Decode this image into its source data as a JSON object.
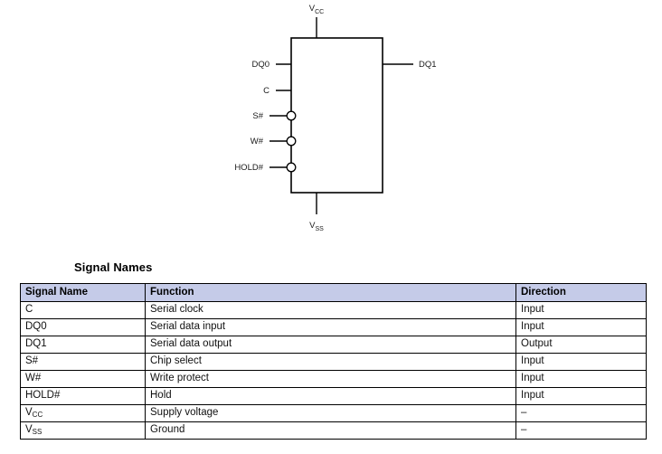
{
  "diagram": {
    "name": "serial-flash-logic-diagram",
    "component_box": {
      "label": ""
    },
    "power_pins": [
      {
        "id": "vcc",
        "base": "V",
        "subscript": "CC",
        "position": "top"
      },
      {
        "id": "vss",
        "base": "V",
        "subscript": "SS",
        "position": "bottom"
      }
    ],
    "left_pins": [
      {
        "id": "dq0",
        "label": "DQ0",
        "active_low": false
      },
      {
        "id": "c",
        "label": "C",
        "active_low": false
      },
      {
        "id": "s",
        "label": "S#",
        "active_low": true
      },
      {
        "id": "w",
        "label": "W#",
        "active_low": true
      },
      {
        "id": "hold",
        "label": "HOLD#",
        "active_low": true
      }
    ],
    "right_pins": [
      {
        "id": "dq1",
        "label": "DQ1",
        "active_low": false
      }
    ]
  },
  "heading": {
    "signal_names": "Signal Names"
  },
  "table": {
    "columns": [
      "Signal Name",
      "Function",
      "Direction"
    ],
    "rows": [
      {
        "signal": "C",
        "signal_sub": "",
        "function": "Serial clock",
        "direction": "Input"
      },
      {
        "signal": "DQ0",
        "signal_sub": "",
        "function": "Serial data input",
        "direction": "Input"
      },
      {
        "signal": "DQ1",
        "signal_sub": "",
        "function": "Serial data output",
        "direction": "Output"
      },
      {
        "signal": "S#",
        "signal_sub": "",
        "function": "Chip select",
        "direction": "Input"
      },
      {
        "signal": "W#",
        "signal_sub": "",
        "function": "Write protect",
        "direction": "Input"
      },
      {
        "signal": "HOLD#",
        "signal_sub": "",
        "function": "Hold",
        "direction": "Input"
      },
      {
        "signal": "V",
        "signal_sub": "CC",
        "function": "Supply voltage",
        "direction": "–"
      },
      {
        "signal": "V",
        "signal_sub": "SS",
        "function": "Ground",
        "direction": "–"
      }
    ]
  },
  "colors": {
    "header_fill": "#c5cbe8",
    "line": "#000000",
    "text": "#111111",
    "page_background": "#ffffff"
  }
}
